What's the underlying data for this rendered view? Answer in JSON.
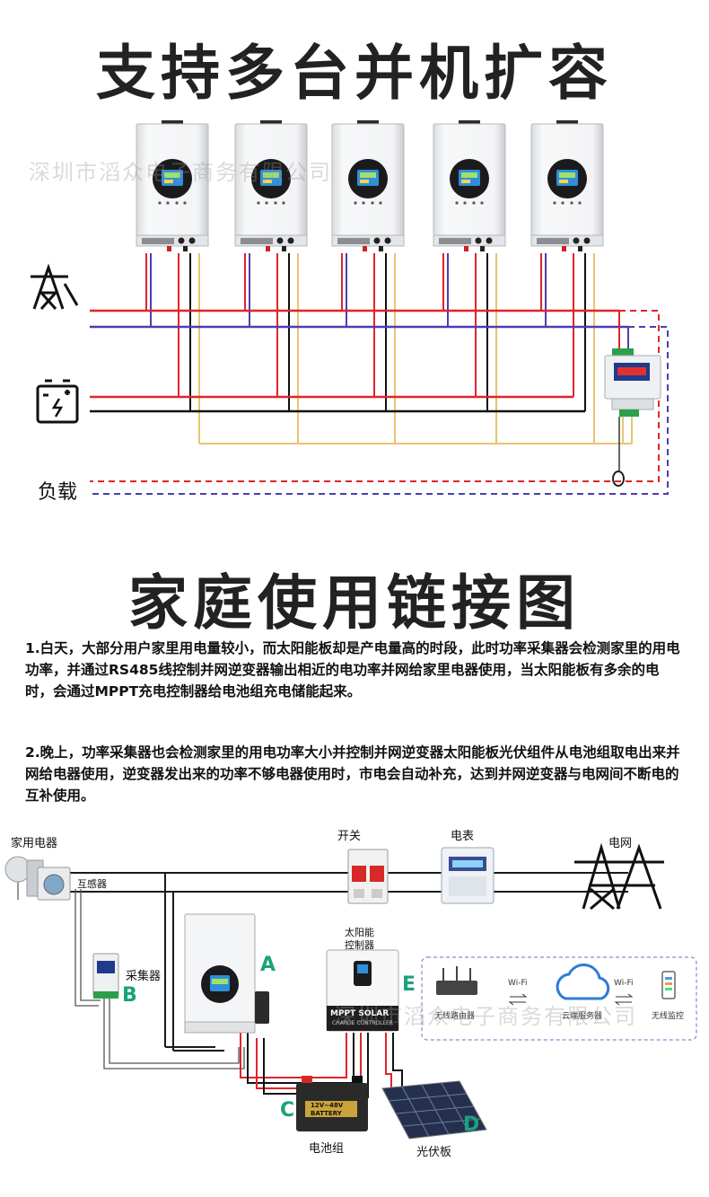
{
  "section1": {
    "title": "支持多台并机扩容",
    "watermark": "深圳市滔众电子商务有限公司",
    "load_label": "负载",
    "inverter_count": 5
  },
  "section2": {
    "title": "家庭使用链接图",
    "paragraph1": "1.白天，大部分用户家里用电量较小，而太阳能板却是产电量高的时段，此时功率采集器会检测家里的用电功率，并通过RS485线控制并网逆变器输出相近的电功率并网给家里电器使用，当太阳能板有多余的电时，会通过MPPT充电控制器给电池组充电储能起来。",
    "paragraph2": "2.晚上，功率采集器也会检测家里的用电功率大小并控制并网逆变器太阳能板光伏组件从电池组取电出来并网给电器使用，逆变器发出来的功率不够电器使用时，市电会自动补充，达到并网逆变器与电网间不断电的互补使用。"
  },
  "diagram": {
    "appliances_label": "家用电器",
    "transformer_label": "互感器",
    "switch_label": "开关",
    "meter_label": "电表",
    "grid_label": "电网",
    "collector_label": "采集器",
    "solar_controller_label_1": "太阳能",
    "solar_controller_label_2": "控制器",
    "mppt_text": "MPPT SOLAR",
    "mppt_subtext": "CHARGE CONTROLLER",
    "battery_label": "电池组",
    "battery_text_1": "12V~48V",
    "battery_text_2": "BATTERY",
    "pv_label": "光伏板",
    "router_label": "无线路由器",
    "cloud_label": "云端服务器",
    "monitor_label": "无线监控",
    "wifi_1": "Wi-Fi",
    "wifi_2": "Wi-Fi",
    "letter_a": "A",
    "letter_b": "B",
    "letter_c": "C",
    "letter_d": "D",
    "letter_e": "E",
    "watermark": "深圳市滔众电子商务有限公司"
  },
  "colors": {
    "ac_live": "#e0242c",
    "ac_neutral": "#4a3fb0",
    "dc_pos": "#e0242c",
    "dc_neg": "#111111",
    "signal": "#e8c472",
    "accent_letter": "#1aa37a"
  }
}
